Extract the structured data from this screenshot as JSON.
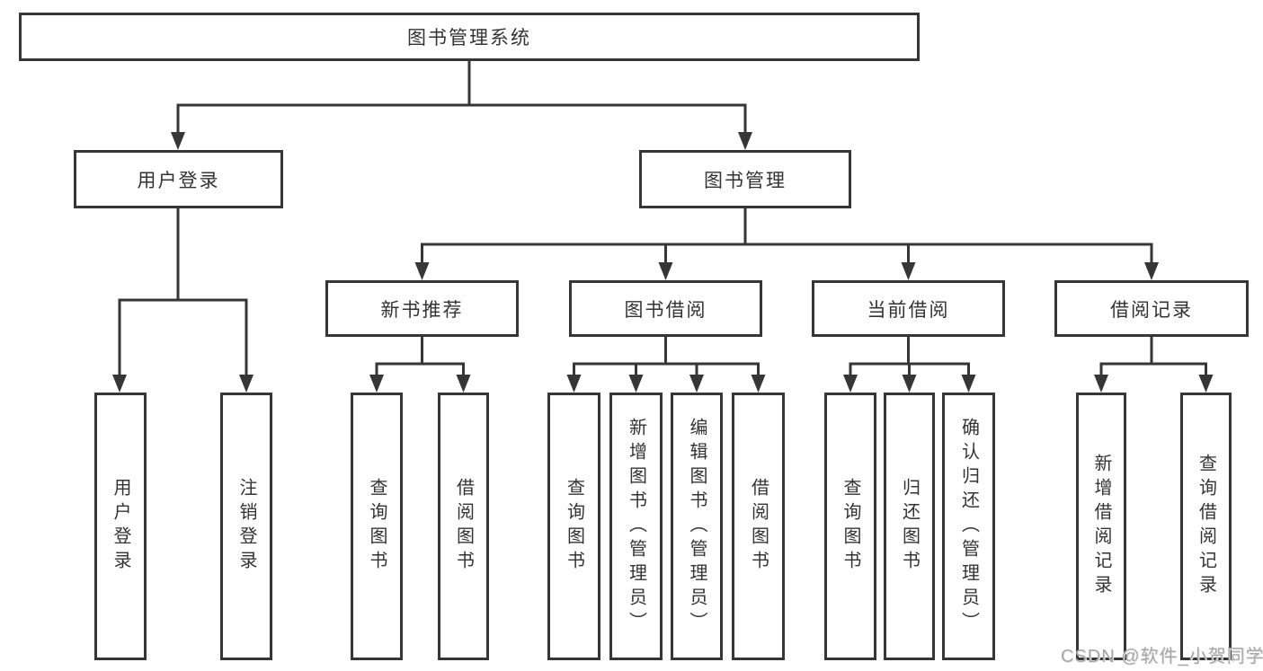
{
  "tree": {
    "label": "图书管理系统",
    "children": [
      {
        "label": "用户登录",
        "children": [
          {
            "label": "用户登录"
          },
          {
            "label": "注销登录"
          }
        ]
      },
      {
        "label": "图书管理",
        "children": [
          {
            "label": "新书推荐",
            "children": [
              {
                "label": "查询图书"
              },
              {
                "label": "借阅图书"
              }
            ]
          },
          {
            "label": "图书借阅",
            "children": [
              {
                "label": "查询图书"
              },
              {
                "label": "新增图书（管理员）"
              },
              {
                "label": "编辑图书（管理员）"
              },
              {
                "label": "借阅图书"
              }
            ]
          },
          {
            "label": "当前借阅",
            "children": [
              {
                "label": "查询图书"
              },
              {
                "label": "归还图书"
              },
              {
                "label": "确认归还（管理员）"
              }
            ]
          },
          {
            "label": "借阅记录",
            "children": [
              {
                "label": "新增借阅记录"
              },
              {
                "label": "查询借阅记录"
              }
            ]
          }
        ]
      }
    ]
  },
  "watermark": {
    "text": "CSDN @软件_小贺同学",
    "color": "#a6a6a6"
  },
  "colors": {
    "line": "#363636",
    "box_border": "#363636",
    "text": "#333333",
    "background": "#ffffff"
  }
}
